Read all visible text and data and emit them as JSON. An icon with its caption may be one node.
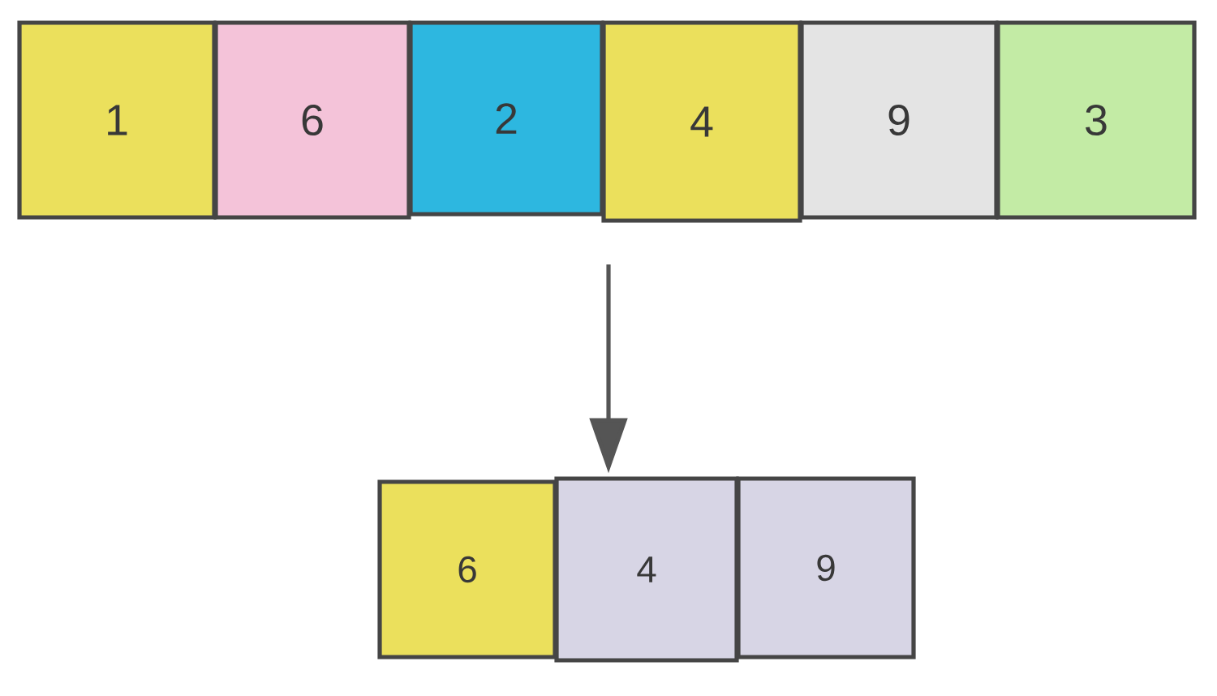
{
  "diagram": {
    "nodes": [
      {
        "text": [
          "1"
        ]
      },
      {
        "text": [
          "6"
        ]
      },
      {
        "text": [
          "2"
        ]
      },
      {
        "text": [
          "4"
        ]
      },
      {
        "text": [
          "9"
        ]
      },
      {
        "text": [
          "3"
        ]
      },
      {
        "text": [
          "6"
        ]
      },
      {
        "text": [
          "4"
        ]
      },
      {
        "text": [
          "9"
        ]
      }
    ],
    "edges": [
      {
        "from": null,
        "to": 7,
        "arrow": "to"
      }
    ]
  }
}
